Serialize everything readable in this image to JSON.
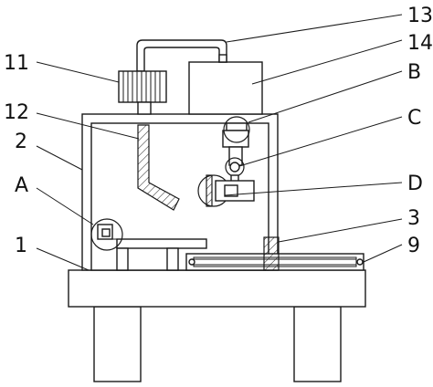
{
  "labels": {
    "l13": "13",
    "l14": "14",
    "l11": "11",
    "lB": "B",
    "l12": "12",
    "lC": "C",
    "l2": "2",
    "lA": "A",
    "lD": "D",
    "l3": "3",
    "l1": "1",
    "l9": "9"
  }
}
